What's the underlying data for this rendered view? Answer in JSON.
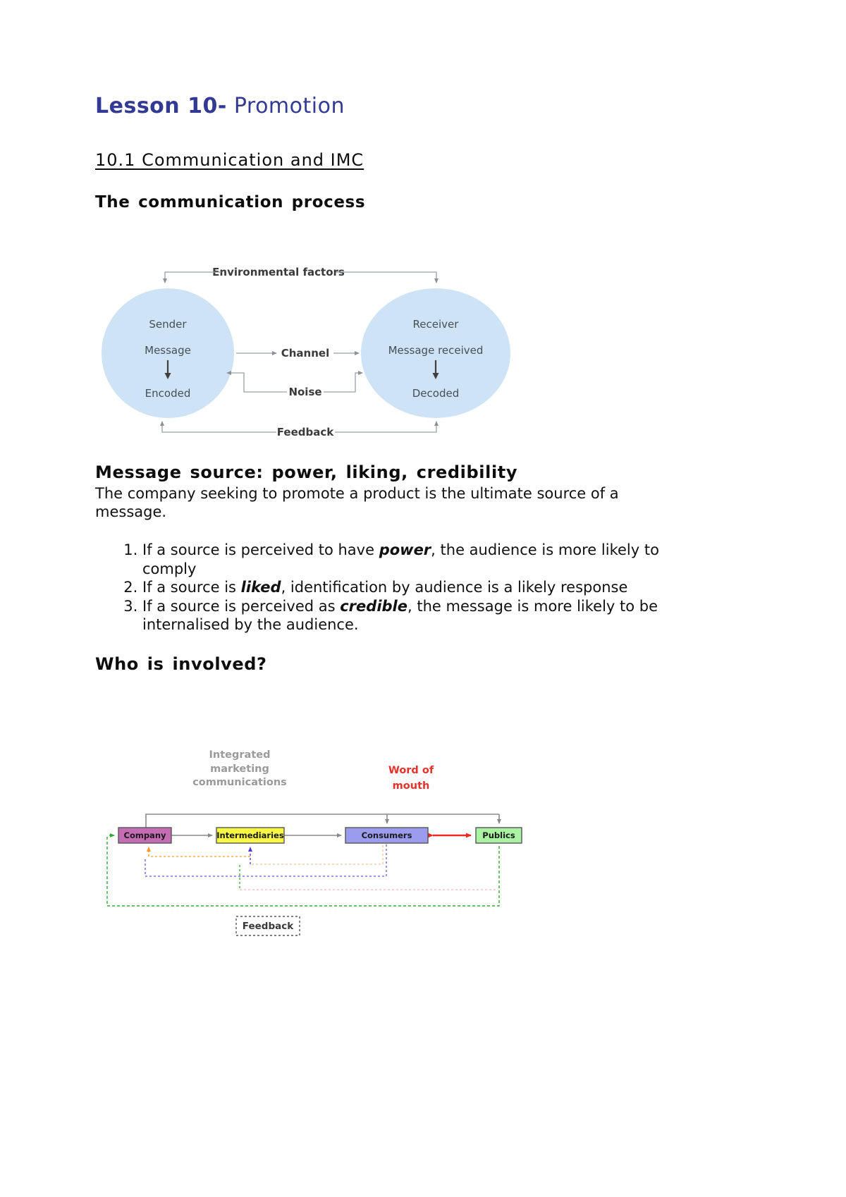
{
  "header": {
    "title_bold": "Lesson 10-",
    "title_regular": " Promotion",
    "section_heading": "10.1 Communication and IMC",
    "process_heading": "The communication process"
  },
  "communication_diagram": {
    "environmental_factors": "Environmental factors",
    "sender": {
      "role": "Sender",
      "step1": "Message",
      "step2": "Encoded"
    },
    "receiver": {
      "role": "Receiver",
      "step1": "Message received",
      "step2": "Decoded"
    },
    "channel": "Channel",
    "noise": "Noise",
    "feedback": "Feedback",
    "ellipse_fill": "#cfe3f6",
    "line_color": "#98a0a6",
    "label_color": "#3a3a3a"
  },
  "message_source": {
    "heading": "Message source: power, liking, credibility",
    "intro": "The company seeking to promote a product is the ultimate source of a message.",
    "points": [
      {
        "before": "If a source is perceived to have ",
        "keyword": "power",
        "after": ", the audience is more likely to comply"
      },
      {
        "before": "If a source is ",
        "keyword": "liked",
        "after": ", identification by audience is a likely response"
      },
      {
        "before": "If a source is perceived as ",
        "keyword": "credible",
        "after": ", the message is more likely to be internalised by the audience."
      }
    ]
  },
  "who_is_involved": {
    "heading": "Who is involved?",
    "imc_label_lines": [
      "Integrated",
      "marketing",
      "communications"
    ],
    "imc_color": "#9a9a9a",
    "word_of_mouth_lines": [
      "Word of",
      "mouth"
    ],
    "word_of_mouth_color": "#e8312a",
    "boxes": [
      {
        "label": "Company",
        "fill": "#c66cb5"
      },
      {
        "label": "Intermediaries",
        "fill": "#f9f943"
      },
      {
        "label": "Consumers",
        "fill": "#9c9cee"
      },
      {
        "label": "Publics",
        "fill": "#a9f3a3"
      }
    ],
    "feedback_label": "Feedback",
    "flow_arrow_color": "#8a8a8a",
    "word_of_mouth_arrow_color": "#ee2b20",
    "publics_feedback_color": "#33aa33",
    "intermediaries_feedback_color": "#ff9922",
    "consumers_feedback_color": "#5b5be0"
  }
}
